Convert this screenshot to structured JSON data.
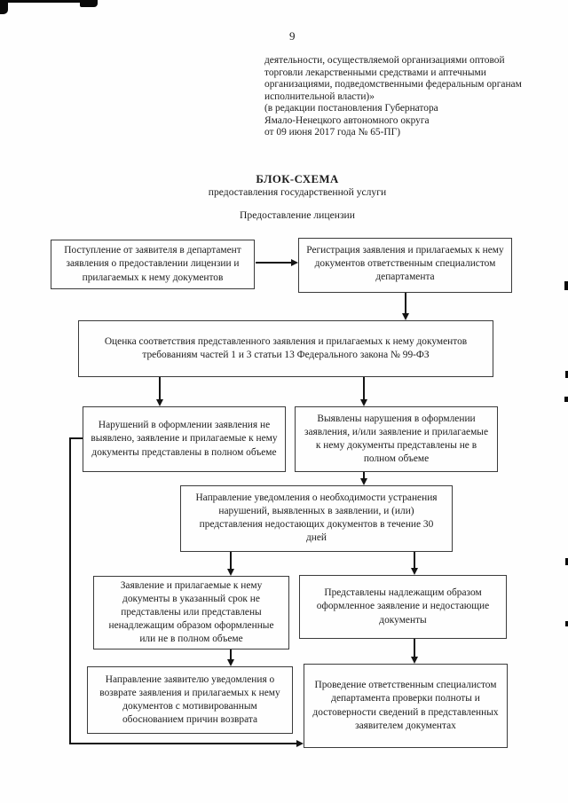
{
  "page": {
    "number": "9",
    "intro_lines": [
      "деятельности, осуществляемой организациями оптовой",
      "торговли лекарственными средствами и аптечными",
      "организациями, подведомственными федеральным органам",
      "исполнительной власти)»",
      "(в редакции постановления Губернатора",
      "Ямало-Ненецкого автономного округа",
      "от 09 июня 2017 года № 65-ПГ)"
    ],
    "title": "БЛОК-СХЕМА",
    "subtitle": "предоставления государственной услуги",
    "section_heading": "Предоставление лицензии"
  },
  "flowchart": {
    "boxes": [
      {
        "id": "application-received",
        "text": "Поступление от заявителя в департамент заявления о предоставлении лицензии и прилагаемых к нему документов"
      },
      {
        "id": "registration",
        "text": "Регистрация заявления и прилагаемых к нему документов ответственным специалистом департамента"
      },
      {
        "id": "compliance-assessment",
        "text": "Оценка соответствия представленного заявления и прилагаемых к нему документов требованиям частей 1 и 3 статьи 13 Федерального закона № 99-ФЗ"
      },
      {
        "id": "no-violations",
        "text": "Нарушений в оформлении заявления не выявлено, заявление и прилагаемые к нему документы представлены в полном объеме"
      },
      {
        "id": "violations-found",
        "text": "Выявлены нарушения в оформлении заявления, и/или заявление и прилагаемые к нему документы представлены не в полном объеме"
      },
      {
        "id": "notice-to-fix",
        "text": "Направление уведомления о необходимости устранения нарушений, выявленных в заявлении, и (или) представления недостающих документов в течение 30 дней"
      },
      {
        "id": "not-submitted-in-time",
        "text": "Заявление и прилагаемые к нему документы в указанный срок не представлены или представлены ненадлежащим образом оформленные или не в полном объеме"
      },
      {
        "id": "properly-submitted",
        "text": "Представлены надлежащим образом оформленное заявление и недостающие документы"
      },
      {
        "id": "return-notice",
        "text": "Направление заявителю уведомления о возврате заявления и прилагаемых к нему документов с мотивированным обоснованием причин возврата"
      },
      {
        "id": "verification",
        "text": "Проведение ответственным специалистом департамента проверки полноты и достоверности сведений в представленных заявителем документах"
      }
    ]
  }
}
